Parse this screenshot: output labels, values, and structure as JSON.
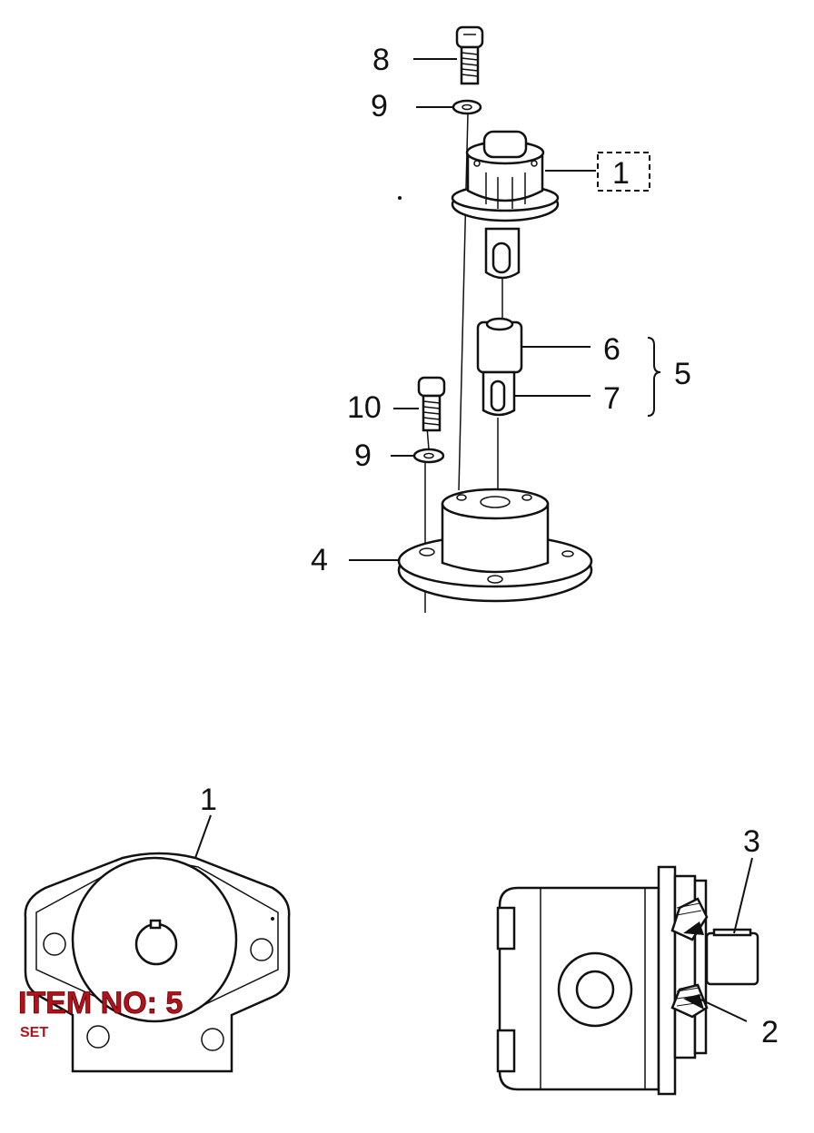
{
  "labels": {
    "l8": "8",
    "l9_top": "9",
    "l1_box": "1",
    "l6": "6",
    "l7": "7",
    "l5": "5",
    "l10": "10",
    "l9_bottom": "9",
    "l4": "4",
    "l1_front": "1",
    "l3": "3",
    "l2": "2"
  },
  "badge": {
    "title": "ITEM NO: 5",
    "subtitle": "SET"
  },
  "colors": {
    "badge": "#b3121b",
    "line": "#111111"
  }
}
